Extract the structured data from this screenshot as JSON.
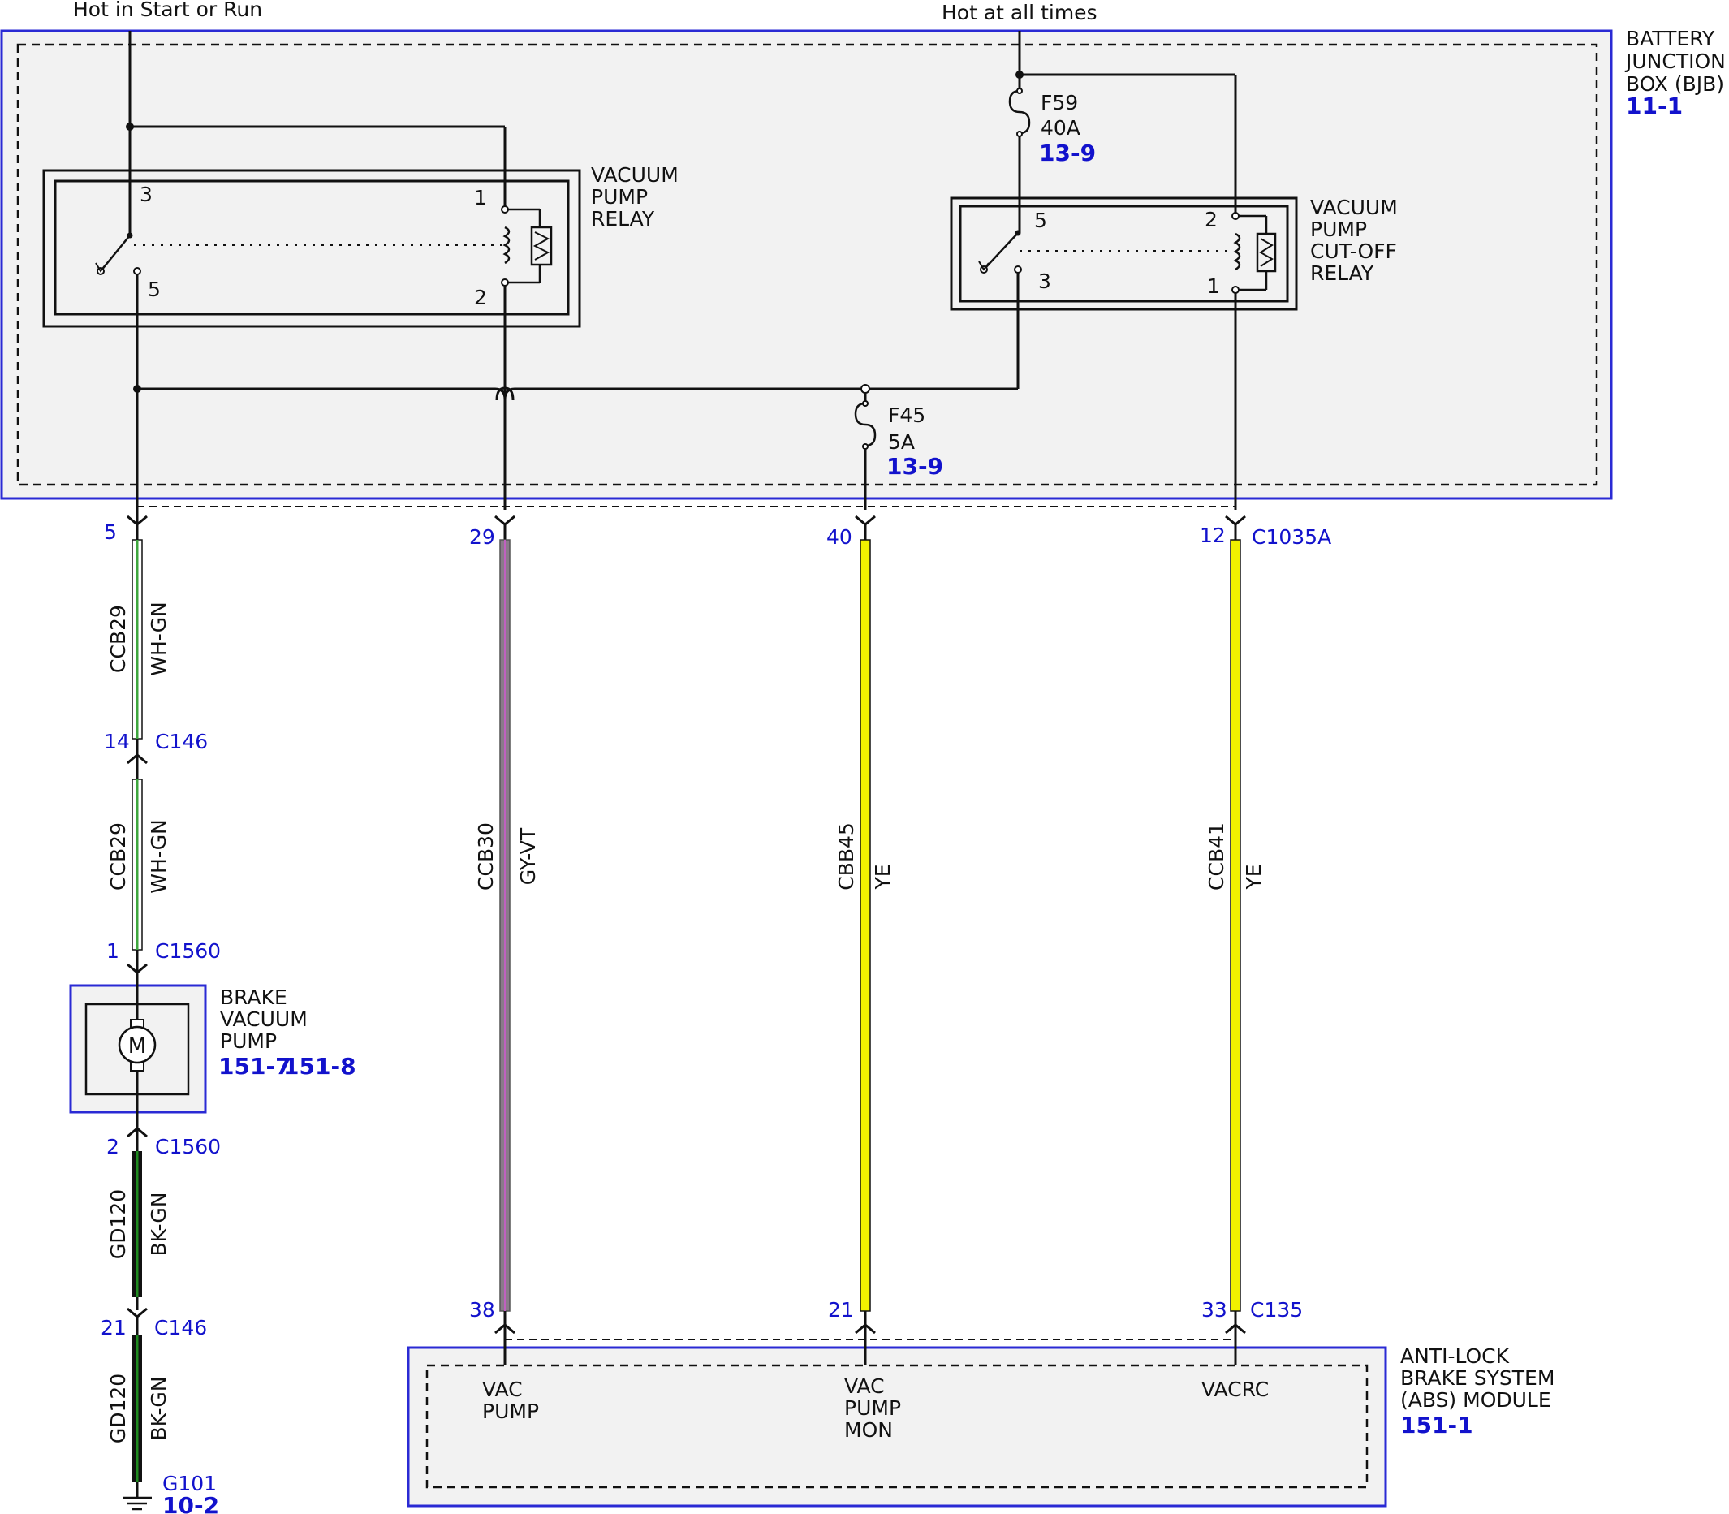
{
  "supply": {
    "hot_start_run": "Hot in Start or Run",
    "hot_all_times": "Hot at all times"
  },
  "bjb": {
    "name_line1": "BATTERY",
    "name_line2": "JUNCTION",
    "name_line3": "BOX (BJB)",
    "ref": "11-1",
    "vacuum_pump_relay": {
      "line1": "VACUUM",
      "line2": "PUMP",
      "line3": "RELAY",
      "pins": [
        "3",
        "5",
        "1",
        "2"
      ]
    },
    "cutoff_relay": {
      "line1": "VACUUM",
      "line2": "PUMP",
      "line3": "CUT-OFF",
      "line4": "RELAY",
      "pins": [
        "5",
        "3",
        "2",
        "1"
      ]
    },
    "fuse_f59": {
      "name": "F59",
      "rating": "40A",
      "ref": "13-9"
    },
    "fuse_f45": {
      "name": "F45",
      "rating": "5A",
      "ref": "13-9"
    }
  },
  "connectors": {
    "c1035a": "C1035A",
    "c146": "C146",
    "c1560": "C1560",
    "c135": "C135",
    "g101": "G101",
    "g101_ref": "10-2"
  },
  "pins": {
    "w1_top": "5",
    "w1_c146": "14",
    "w1_c1560": "1",
    "ground_c1560": "2",
    "ground_c146": "21",
    "w2_top": "29",
    "w2_bottom": "38",
    "w3_top": "40",
    "w3_bottom": "21",
    "w4_top": "12",
    "w4_bottom": "33"
  },
  "wires": {
    "ccb29": {
      "circuit": "CCB29",
      "color": "WH-GN"
    },
    "ccb30": {
      "circuit": "CCB30",
      "color": "GY-VT"
    },
    "cbb45": {
      "circuit": "CBB45",
      "color": "YE"
    },
    "ccb41": {
      "circuit": "CCB41",
      "color": "YE"
    },
    "gd120": {
      "circuit": "GD120",
      "color": "BK-GN"
    }
  },
  "pump": {
    "line1": "BRAKE",
    "line2": "VACUUM",
    "line3": "PUMP",
    "ref1": "151-7",
    "ref2": "151-8",
    "motor_symbol": "M"
  },
  "abs": {
    "line1": "ANTI-LOCK",
    "line2": "BRAKE SYSTEM",
    "line3": "(ABS) MODULE",
    "ref": "151-1",
    "pin_vac_pump": [
      "VAC",
      "PUMP"
    ],
    "pin_vac_pump_mon": [
      "VAC",
      "PUMP",
      "MON"
    ],
    "pin_vacrc": "VACRC"
  },
  "colors": {
    "link_blue": "#1212cc",
    "box_blue": "#2a2ad4",
    "wire_yellow": "#f2f200",
    "wire_gy_vt": "#8a7a8a",
    "wire_bk_gn": "#1f8a1f",
    "wire_wh_gn": "#3ea63e",
    "box_fill": "#f2f2f2"
  },
  "icons": {
    "fuse": "fuse-icon",
    "relay_coil": "relay-coil-icon",
    "relay_switch": "relay-switch-icon",
    "motor": "motor-icon",
    "ground": "ground-icon",
    "connector": "connector-arrow-icon"
  }
}
